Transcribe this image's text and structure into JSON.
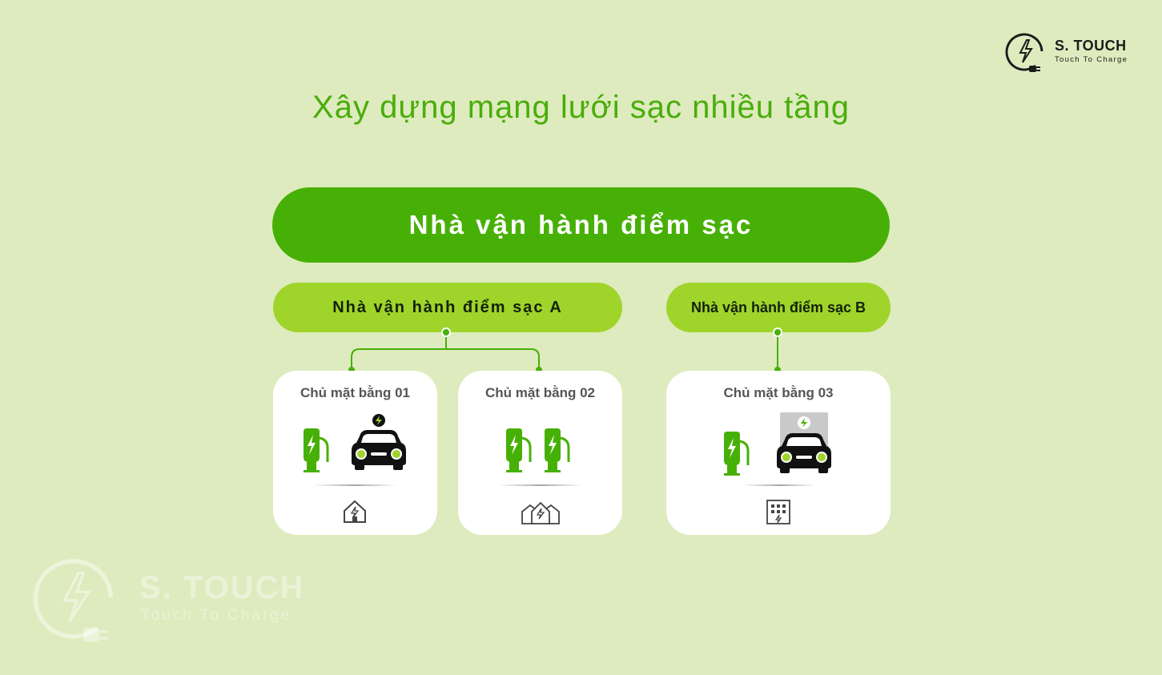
{
  "logo": {
    "name": "S. TOUCH",
    "tagline": "Touch To Charge"
  },
  "watermark": {
    "name": "S. TOUCH",
    "tagline": "Touch To Charge"
  },
  "title": "Xây dựng mạng lưới sạc nhiều tầng",
  "top_node": {
    "label": "Nhà vận hành điểm sạc"
  },
  "operators": [
    {
      "label": "Nhà vận hành điểm sạc A"
    },
    {
      "label": "Nhà vận hành điểm sạc B"
    }
  ],
  "owners": [
    {
      "label": "Chủ mặt bằng 01",
      "icon": "house-icon"
    },
    {
      "label": "Chủ mặt bằng 02",
      "icon": "houses-icon"
    },
    {
      "label": "Chủ mặt bằng 03",
      "icon": "building-icon"
    }
  ],
  "colors": {
    "background": "#deebbe",
    "primary": "#47b006",
    "secondary": "#9fd42a",
    "title": "#49ad0a"
  }
}
